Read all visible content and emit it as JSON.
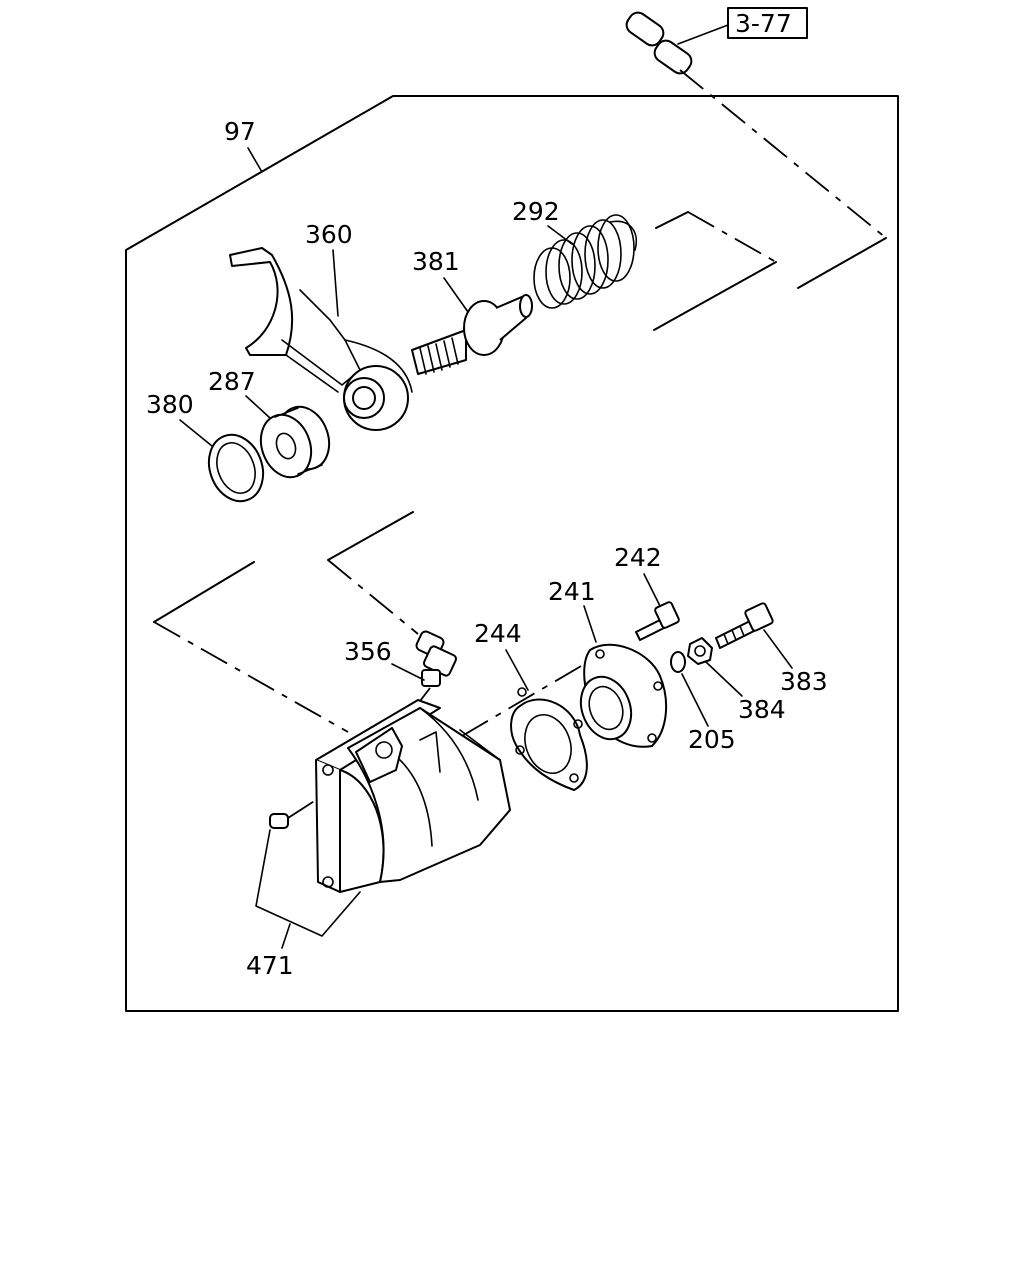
{
  "diagram": {
    "reference": "3-77",
    "labels": {
      "frame": "97",
      "fork": "360",
      "rod": "381",
      "spring": "292",
      "seal": "380",
      "piston": "287",
      "fitting": "356",
      "gasket": "244",
      "cover": "241",
      "cover_bolt": "242",
      "washer": "205",
      "nut": "384",
      "adjust_bolt": "383",
      "plug": "471"
    }
  }
}
